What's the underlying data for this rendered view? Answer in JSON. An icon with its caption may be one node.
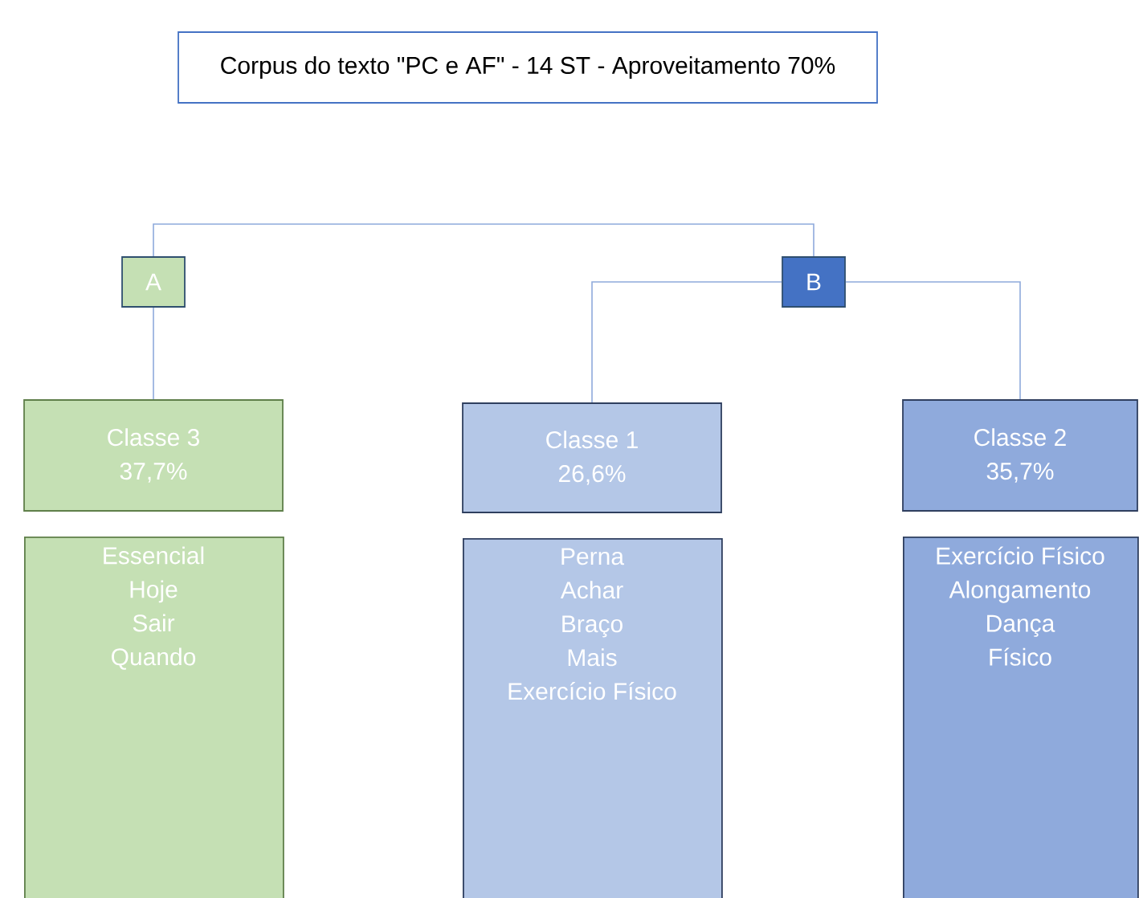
{
  "diagram": {
    "nodes": [
      {
        "text": [
          "Corpus do texto \"PC e AF\" - 14 ST - Aproveitamento 70%"
        ]
      },
      {
        "text": [
          "A"
        ]
      },
      {
        "text": [
          "B"
        ]
      },
      {
        "text": [
          "Classe 3",
          "37,7%"
        ]
      },
      {
        "text": [
          "Classe 1",
          "26,6%"
        ]
      },
      {
        "text": [
          "Classe 2",
          "35,7%"
        ]
      },
      {
        "text": [
          "Essencial",
          "Hoje",
          "Sair",
          "Quando"
        ]
      },
      {
        "text": [
          "Perna",
          "Achar",
          "Braço",
          "Mais",
          "Exercício Físico"
        ]
      },
      {
        "text": [
          "Exercício Físico",
          "Alongamento",
          "Dança",
          "Físico"
        ]
      }
    ],
    "edges": [
      {
        "from": 1,
        "to": 2,
        "arrow": "none"
      },
      {
        "from": 1,
        "to": 3,
        "arrow": "none"
      },
      {
        "from": 2,
        "to": 4,
        "arrow": "none"
      },
      {
        "from": 2,
        "to": 5,
        "arrow": "none"
      }
    ]
  }
}
